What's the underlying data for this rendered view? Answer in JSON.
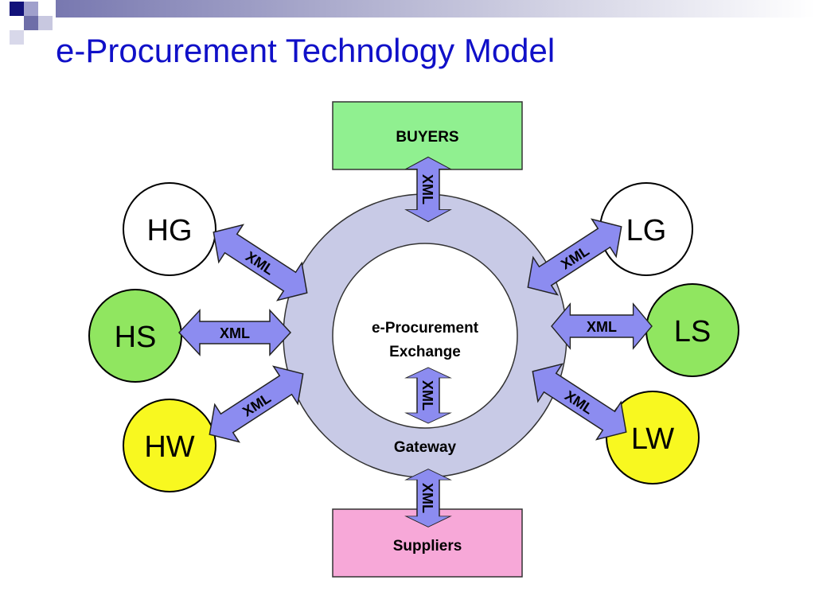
{
  "slide": {
    "title": "e-Procurement Technology Model"
  },
  "diagram": {
    "center_label_line1": "e-Procurement",
    "center_label_line2": "Exchange",
    "gateway_label": "Gateway",
    "buyers_label": "BUYERS",
    "suppliers_label": "Suppliers",
    "connector_label": "XML",
    "nodes": {
      "hg": "HG",
      "hs": "HS",
      "hw": "HW",
      "lg": "LG",
      "ls": "LS",
      "lw": "LW"
    }
  },
  "colors": {
    "title": "#1010c8",
    "ring": "#c8cae6",
    "arrow": "#8c8cf0",
    "buyers_box": "#90f090",
    "suppliers_box": "#f7a8d8",
    "hs_ls_circle": "#90e660",
    "hw_lw_circle": "#f8f820",
    "hg_lg_circle": "#ffffff"
  }
}
